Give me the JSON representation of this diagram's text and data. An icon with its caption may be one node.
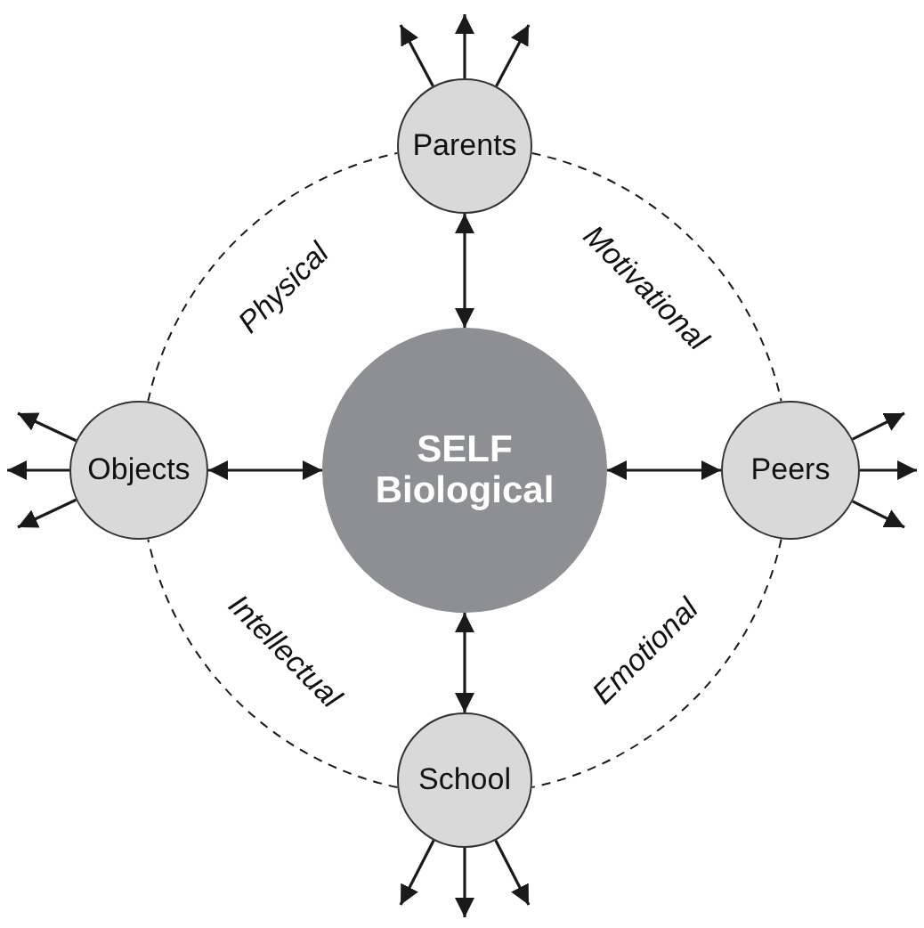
{
  "diagram": {
    "nodes": [
      {
        "text": [
          "Parents"
        ]
      },
      {
        "text": [
          "Objects"
        ]
      },
      {
        "text": [
          "SELF",
          "Biological"
        ]
      },
      {
        "text": [
          "Peers"
        ]
      },
      {
        "text": [
          "School"
        ]
      }
    ],
    "edges": [
      {
        "from": 0,
        "to": 2,
        "arrow": "both"
      },
      {
        "from": 1,
        "to": 2,
        "arrow": "both"
      },
      {
        "from": 3,
        "to": 2,
        "arrow": "both"
      },
      {
        "from": 4,
        "to": 2,
        "arrow": "both"
      },
      {
        "from": 1,
        "to": 0,
        "arrow": "none",
        "style": "dashed",
        "label": "Physical"
      },
      {
        "from": 0,
        "to": 3,
        "arrow": "none",
        "style": "dashed",
        "label": "Motivational"
      },
      {
        "from": 3,
        "to": 4,
        "arrow": "none",
        "style": "dashed",
        "label": "Emotional"
      },
      {
        "from": 4,
        "to": 1,
        "arrow": "none",
        "style": "dashed",
        "label": "Intellectual"
      },
      {
        "from": 0,
        "to": null,
        "arrow": "to"
      },
      {
        "from": 0,
        "to": null,
        "arrow": "to"
      },
      {
        "from": 0,
        "to": null,
        "arrow": "to"
      },
      {
        "from": 1,
        "to": null,
        "arrow": "to"
      },
      {
        "from": 1,
        "to": null,
        "arrow": "to"
      },
      {
        "from": 1,
        "to": null,
        "arrow": "to"
      },
      {
        "from": 3,
        "to": null,
        "arrow": "to"
      },
      {
        "from": 3,
        "to": null,
        "arrow": "to"
      },
      {
        "from": 3,
        "to": null,
        "arrow": "to"
      },
      {
        "from": 4,
        "to": null,
        "arrow": "to"
      },
      {
        "from": 4,
        "to": null,
        "arrow": "to"
      },
      {
        "from": 4,
        "to": null,
        "arrow": "to"
      }
    ]
  }
}
